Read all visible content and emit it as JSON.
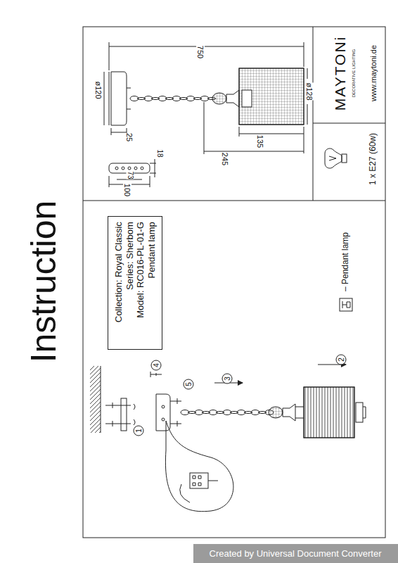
{
  "diagram": {
    "title": "Instruction",
    "nodes": [
      {
        "text": [
          "Collection: Royal Classic",
          "Series: Sherbom",
          "Model: RC016-PL-01-G",
          "Pendant lamp"
        ]
      }
    ],
    "labels": [
      "750",
      "ø120",
      "25",
      "ø128",
      "135",
      "245",
      "100",
      "73",
      "18",
      "1",
      "4",
      "5",
      "3",
      "2",
      "MAYTONi",
      "DECORATIVE LIGHTING",
      "www.maytoni.de",
      "1 x E27 (60w)",
      "Created by Universal Document Converter"
    ],
    "legend": [
      {
        "text": "– Pendant lamp"
      }
    ]
  }
}
